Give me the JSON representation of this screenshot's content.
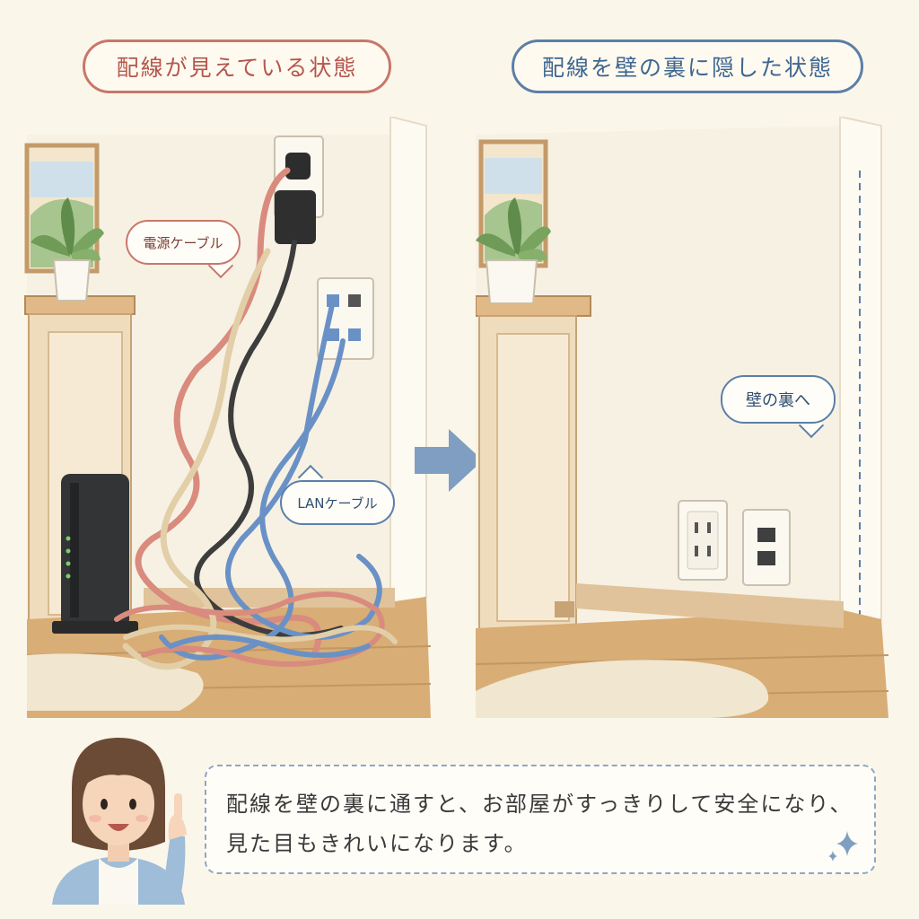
{
  "panels": {
    "left_title": "配線が見えている状態",
    "right_title": "配線を壁の裏に隠した状態"
  },
  "labels": {
    "power_cable": "電源ケーブル",
    "lan_cable": "LANケーブル",
    "behind_wall": "壁の裏へ"
  },
  "message": {
    "line1": "配線を壁の裏に通すと、お部屋がすっきりして安全になり、",
    "line2": "見た目もきれいになります。"
  },
  "icons": {
    "arrow": "arrow-right-icon",
    "sparkle": "sparkle-icon",
    "avatar": "woman-pointing-avatar"
  },
  "colors": {
    "red_accent": "#c8776a",
    "blue_accent": "#5b7fa9",
    "background": "#fbf6ea",
    "power_cable_red": "#d98b7e",
    "power_cable_dark": "#3d3d3d",
    "power_cable_beige": "#e2cfa8",
    "lan_cable_blue": "#6a91c6"
  }
}
